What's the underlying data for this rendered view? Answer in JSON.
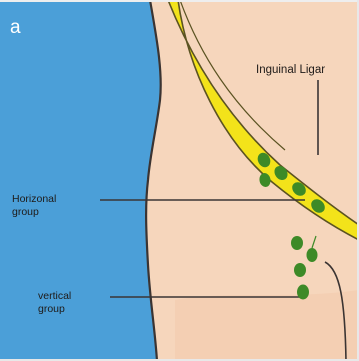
{
  "figure": {
    "panel_letter": "a",
    "labels": {
      "inguinal_ligament": "Inguinal Ligar",
      "horizontal_group": "Horizonal\ngroup",
      "vertical_group": "vertical\ngroup"
    },
    "colors": {
      "background_blue": "#4b9fd8",
      "skin": "#f6d6bc",
      "ligament_yellow": "#f3e31a",
      "ligament_outline": "#5b5322",
      "lymph_node_green": "#3d8a27",
      "leader_line": "#3a3535",
      "border": "#3b3432"
    }
  }
}
